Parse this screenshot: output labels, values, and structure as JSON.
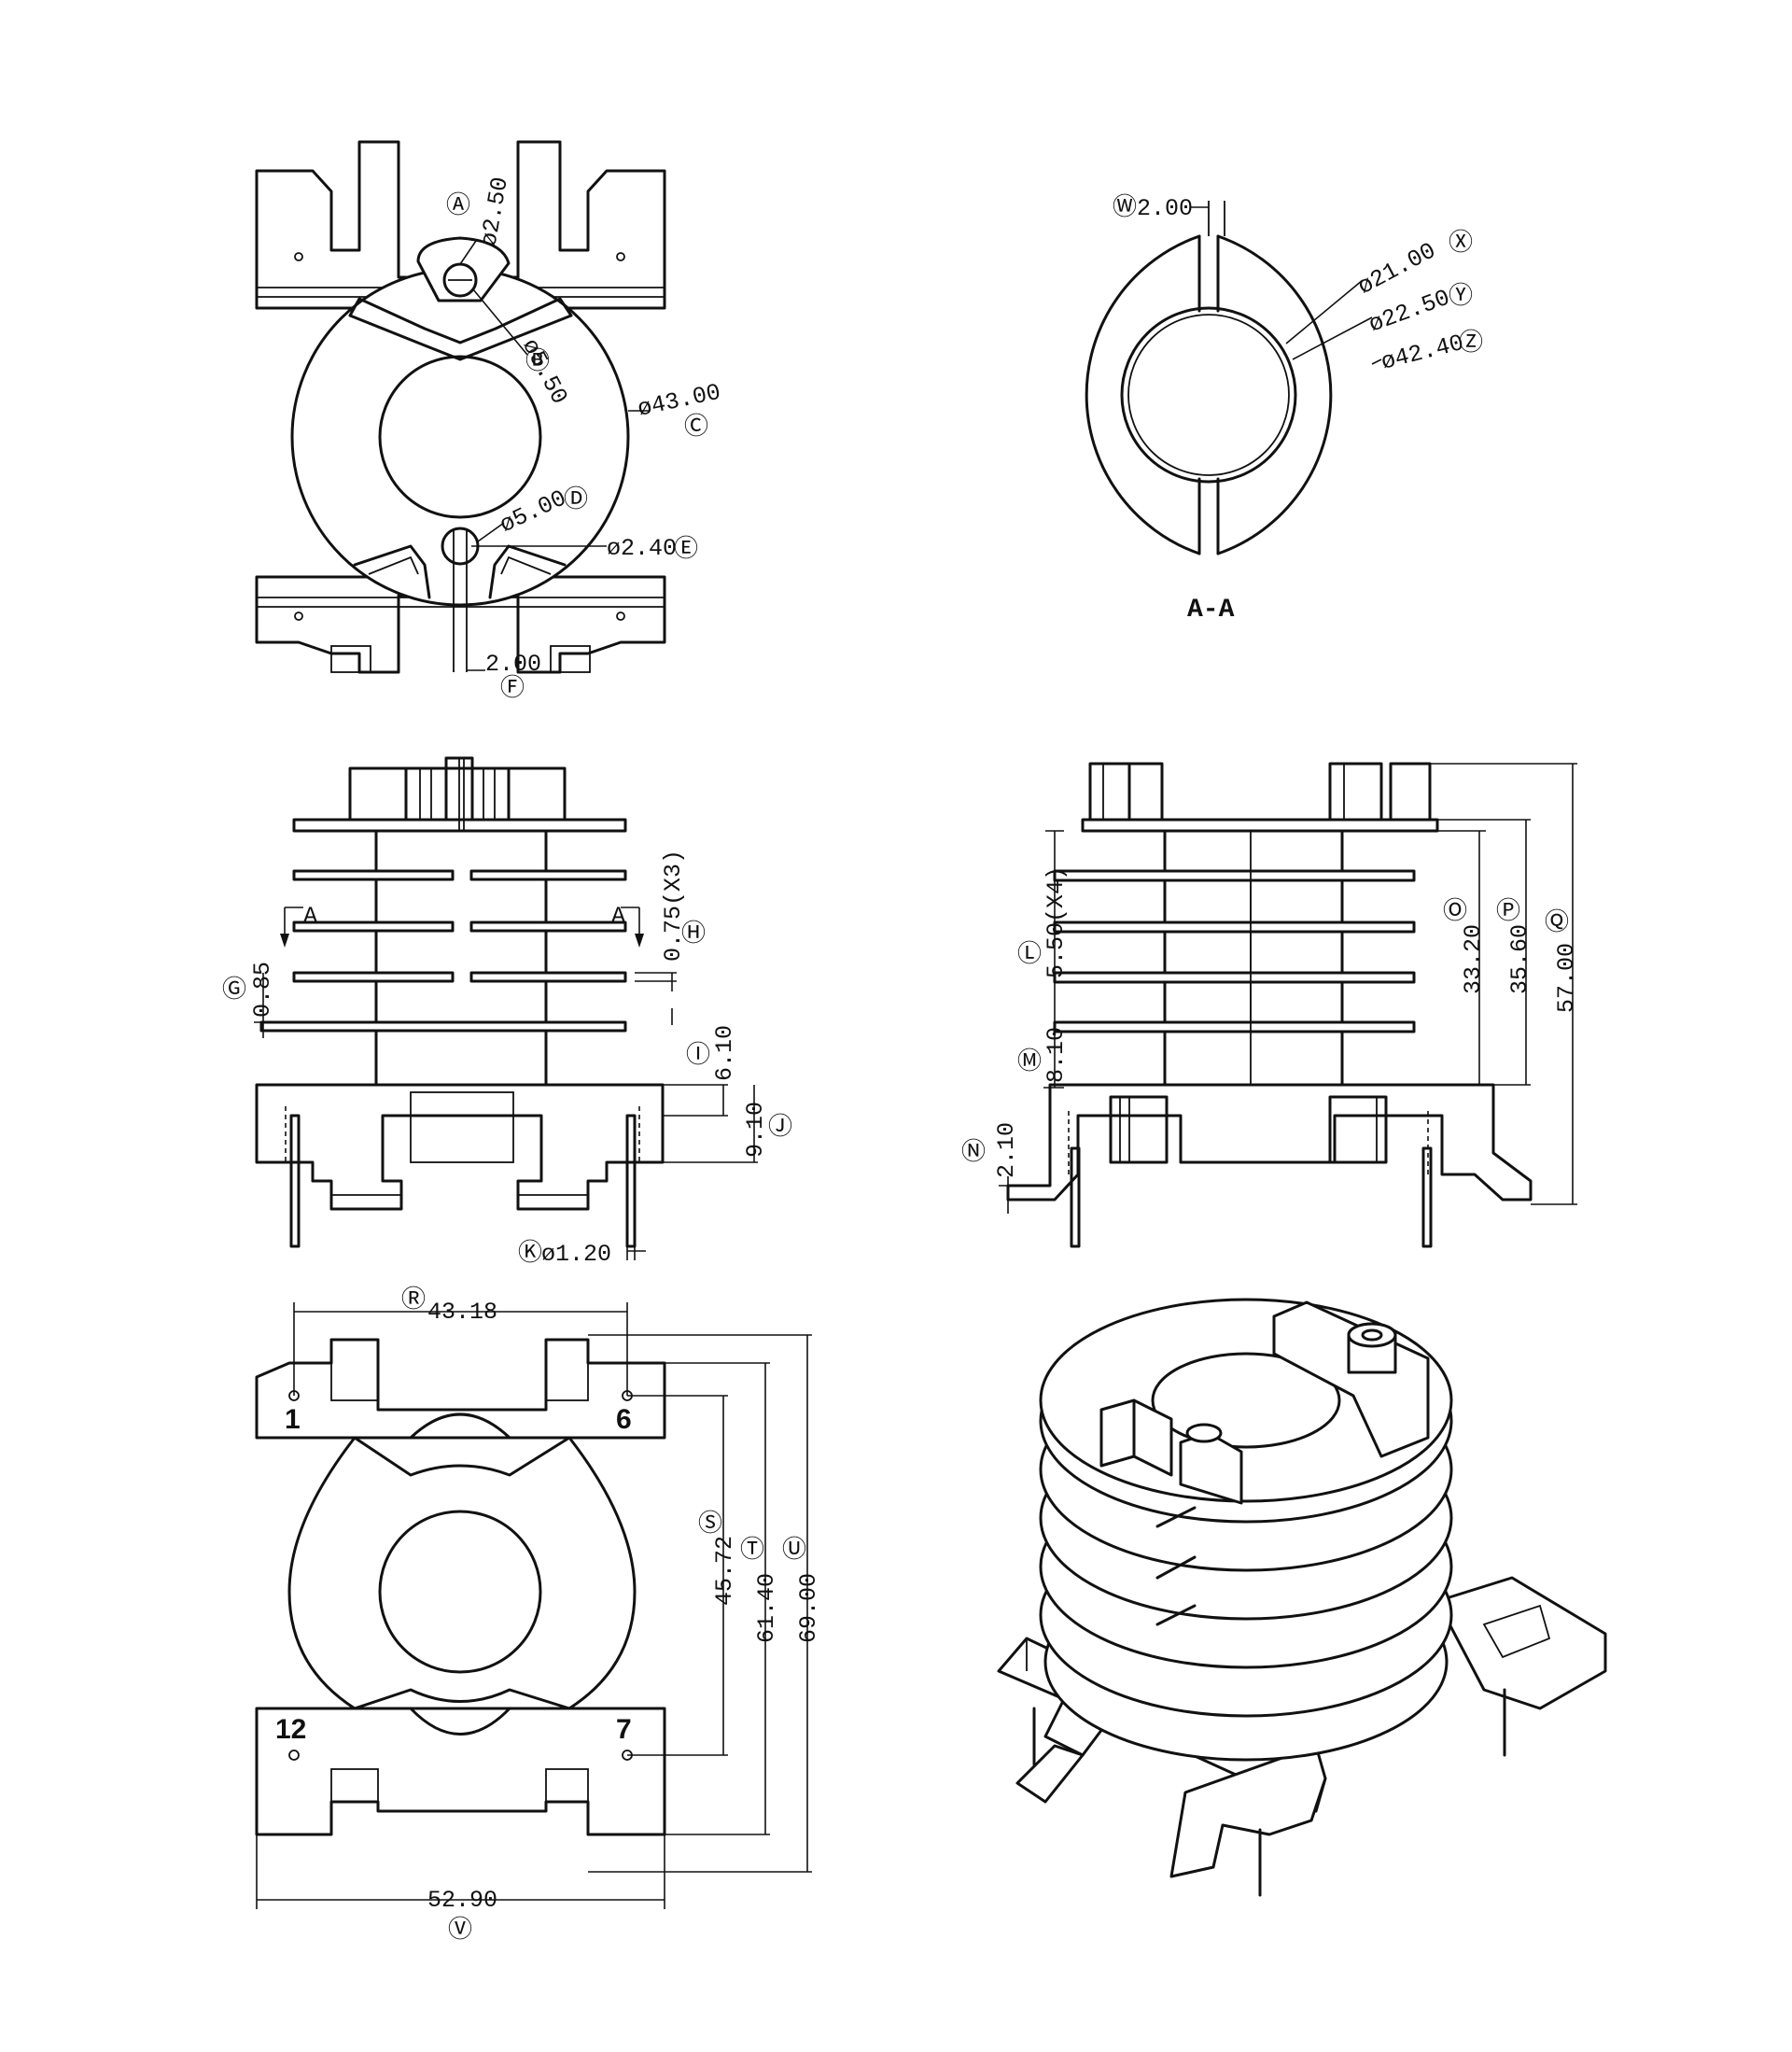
{
  "top_view": {
    "dims": {
      "a": {
        "marker": "Ⓐ",
        "value": "ø2.50"
      },
      "b": {
        "marker": "Ⓑ",
        "value": "ø5.50"
      },
      "c": {
        "marker": "Ⓒ",
        "value": "ø43.00"
      },
      "d": {
        "marker": "Ⓓ",
        "value": "ø5.00"
      },
      "e": {
        "marker": "Ⓔ",
        "value": "ø2.40"
      },
      "f": {
        "marker": "Ⓕ",
        "value": "2.00"
      }
    }
  },
  "section_view": {
    "title": "A-A",
    "dims": {
      "w": {
        "marker": "Ⓦ",
        "value": "2.00"
      },
      "x": {
        "marker": "Ⓧ",
        "value": "ø21.00"
      },
      "y": {
        "marker": "Ⓨ",
        "value": "ø22.50"
      },
      "z": {
        "marker": "Ⓩ",
        "value": "ø42.40"
      }
    }
  },
  "front_view": {
    "section_mark": "A",
    "dims": {
      "g": {
        "marker": "Ⓖ",
        "value": "0.85"
      },
      "h": {
        "marker": "Ⓗ",
        "value": "0.75(X3)"
      },
      "i": {
        "marker": "Ⓘ",
        "value": "6.10"
      },
      "j": {
        "marker": "Ⓙ",
        "value": "9.10"
      },
      "k": {
        "marker": "Ⓚ",
        "value": "ø1.20"
      }
    }
  },
  "side_view": {
    "dims": {
      "l": {
        "marker": "Ⓛ",
        "value": "5.50(X4)"
      },
      "m": {
        "marker": "Ⓜ",
        "value": "8.10"
      },
      "n": {
        "marker": "Ⓝ",
        "value": "2.10"
      },
      "o": {
        "marker": "Ⓞ",
        "value": "33.20"
      },
      "p": {
        "marker": "Ⓟ",
        "value": "35.60"
      },
      "q": {
        "marker": "Ⓠ",
        "value": "57.00"
      }
    }
  },
  "bottom_view": {
    "pins": [
      "1",
      "6",
      "12",
      "7"
    ],
    "dims": {
      "r": {
        "marker": "Ⓡ",
        "value": "43.18"
      },
      "s": {
        "marker": "Ⓢ",
        "value": "45.72"
      },
      "t": {
        "marker": "Ⓣ",
        "value": "61.40"
      },
      "u": {
        "marker": "Ⓤ",
        "value": "69.00"
      },
      "v": {
        "marker": "Ⓥ",
        "value": "52.90"
      }
    }
  }
}
